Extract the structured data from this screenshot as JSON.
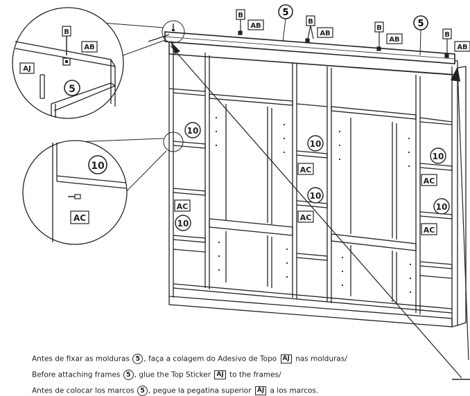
{
  "labels": {
    "frame_number": "5",
    "shelf_number": "10",
    "screw": "B",
    "top_cap": "AB",
    "top_sticker": "AJ",
    "side_piece": "AC"
  },
  "captions": [
    {
      "before": "Antes de fixar as molduras ",
      "num": "5",
      "middle": ", faça a colagem do Adesivo de Topo ",
      "box": "AJ",
      "after": " nas molduras/"
    },
    {
      "before": "Before attaching frames ",
      "num": "5",
      "middle": ", glue the Top Sticker ",
      "box": "AJ",
      "after": " to the frames/"
    },
    {
      "before": "Antes de colocar los marcos ",
      "num": "5",
      "middle": ", pegue la pegatina superior ",
      "box": "AJ",
      "after": " a los marcos."
    }
  ]
}
